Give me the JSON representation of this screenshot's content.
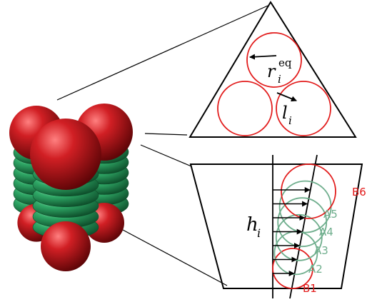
{
  "colors": {
    "red_sphere": "#c0141a",
    "green_sphere": "#2fa866",
    "red_outline": "#e21b1b",
    "green_outline": "#6fae8d",
    "line": "#000000"
  },
  "top_view": {
    "radius_label": "r",
    "radius_subscript": "i",
    "radius_superscript": "eq",
    "length_label": "l",
    "length_subscript": "i"
  },
  "side_view": {
    "height_label": "h",
    "height_subscript": "i",
    "bead_labels": [
      {
        "text": "B6",
        "kind": "red"
      },
      {
        "text": "A5",
        "kind": "green"
      },
      {
        "text": "A4",
        "kind": "green"
      },
      {
        "text": "A3",
        "kind": "green"
      },
      {
        "text": "A2",
        "kind": "green"
      },
      {
        "text": "B1",
        "kind": "red"
      }
    ]
  },
  "icons": {
    "model": "bead-triangle-prism-model-icon"
  }
}
